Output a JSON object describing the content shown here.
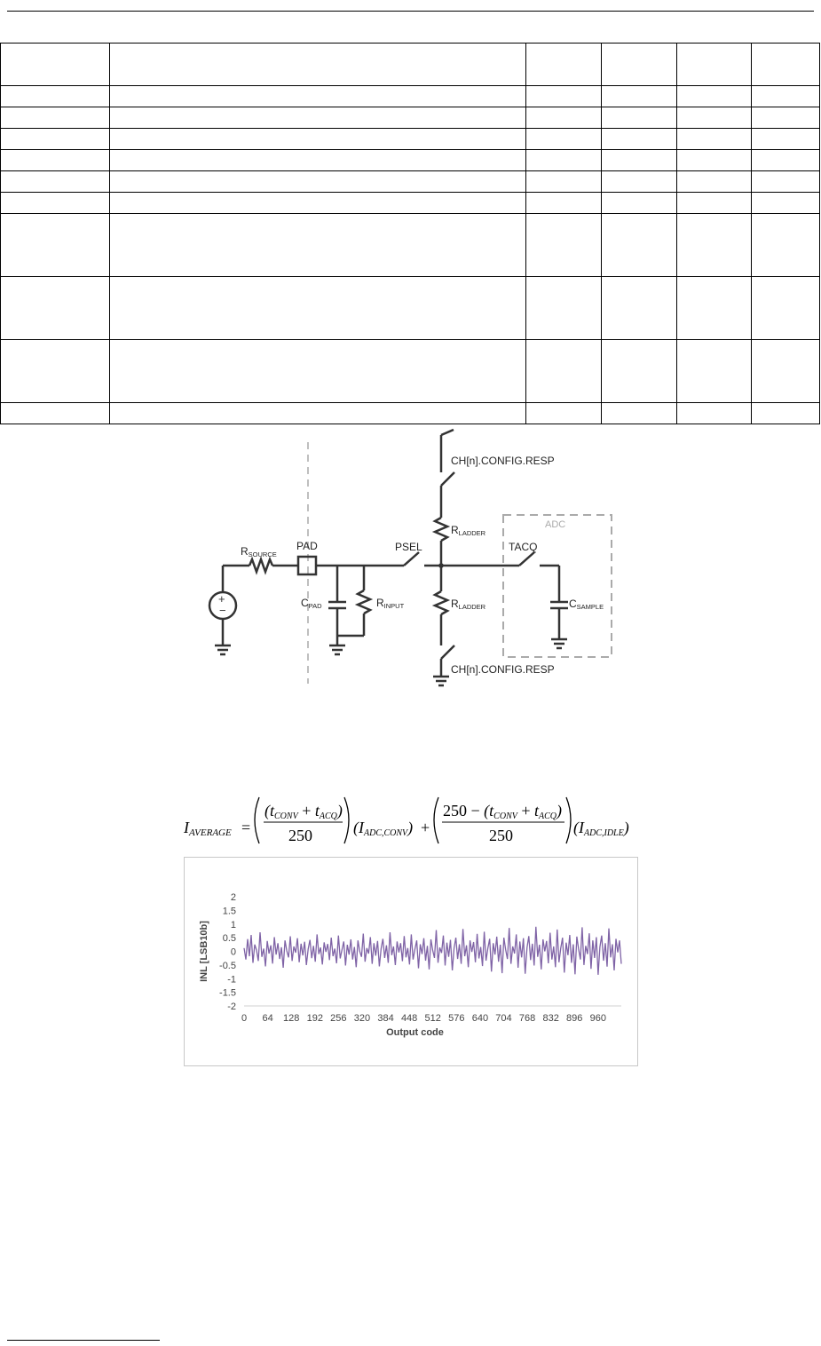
{
  "schematic": {
    "labels": {
      "r_source": "R",
      "r_source_sub": "SOURCE",
      "pad": "PAD",
      "c_pad": "C",
      "c_pad_sub": "PAD",
      "r_input": "R",
      "r_input_sub": "INPUT",
      "psel": "PSEL",
      "r_ladder_top": "R",
      "r_ladder_top_sub": "LADDER",
      "r_ladder_bottom": "R",
      "r_ladder_bottom_sub": "LADDER",
      "resp_top": "CH[n].CONFIG.RESP",
      "resp_bottom": "CH[n].CONFIG.RESP",
      "adc": "ADC",
      "tacq": "TACQ",
      "c_sample": "C",
      "c_sample_sub": "SAMPLE"
    }
  },
  "formula": {
    "lhs": "I",
    "lhs_sub": "AVERAGE",
    "t": "t",
    "conv": "CONV",
    "acq": "ACQ",
    "den1": "250",
    "num2_lead": "250",
    "den2": "250",
    "i": "I",
    "adc_conv": "ADC,CONV",
    "adc_idle": "ADC,IDLE"
  },
  "chart_data": {
    "type": "line",
    "xlabel": "Output code",
    "ylabel": "INL [LSB10b]",
    "ylim": [
      -2,
      2
    ],
    "xlim": [
      0,
      1023
    ],
    "y_ticks": [
      "2",
      "1.5",
      "1",
      "0.5",
      "0",
      "-0.5",
      "-1",
      "-1.5",
      "-2"
    ],
    "x_ticks": [
      "0",
      "64",
      "128",
      "192",
      "256",
      "320",
      "384",
      "448",
      "512",
      "576",
      "640",
      "704",
      "768",
      "832",
      "896",
      "960"
    ],
    "series": [
      {
        "color": "#7f63a6",
        "values": [
          0.12,
          -0.3,
          0.45,
          -0.18,
          0.6,
          -0.42,
          0.25,
          0.05,
          -0.35,
          0.7,
          -0.2,
          0.1,
          -0.55,
          0.38,
          -0.08,
          0.22,
          -0.45,
          0.52,
          -0.12,
          0.3,
          -0.28,
          0.15,
          -0.6,
          0.4,
          0.02,
          -0.22,
          0.55,
          -0.35,
          0.18,
          -0.05,
          0.48,
          -0.4,
          0.28,
          -0.15,
          0.35,
          -0.5,
          0.08,
          0.42,
          -0.25,
          0.2,
          -0.38,
          0.62,
          -0.1,
          0.14,
          -0.48,
          0.33,
          -0.02,
          0.27,
          -0.32,
          0.5,
          -0.18,
          0.1,
          -0.44,
          0.58,
          -0.26,
          0.06,
          0.36,
          -0.52,
          0.24,
          -0.12,
          0.44,
          -0.3,
          0.16,
          -0.58,
          0.4,
          0.0,
          -0.2,
          0.65,
          -0.38,
          0.12,
          -0.08,
          0.52,
          -0.46,
          0.3,
          -0.16,
          0.38,
          -0.55,
          0.1,
          0.46,
          -0.24,
          0.22,
          -0.42,
          0.7,
          -0.14,
          0.18,
          -0.5,
          0.36,
          -0.04,
          0.3,
          -0.36,
          0.56,
          -0.22,
          0.12,
          -0.48,
          0.62,
          -0.3,
          0.08,
          0.4,
          -0.62,
          0.26,
          -0.1,
          0.48,
          -0.34,
          0.2,
          -0.66,
          0.44,
          0.04,
          -0.24,
          0.78,
          -0.42,
          0.14,
          -0.06,
          0.58,
          -0.52,
          0.32,
          -0.2,
          0.42,
          -0.7,
          0.12,
          0.5,
          -0.28,
          0.26,
          -0.46,
          0.82,
          -0.18,
          0.22,
          -0.58,
          0.4,
          -0.02,
          0.34,
          -0.4,
          0.64,
          -0.26,
          0.16,
          -0.54,
          0.72,
          -0.34,
          0.1,
          0.46,
          -0.74,
          0.3,
          -0.12,
          0.54,
          -0.38,
          0.24,
          -0.8,
          0.5,
          0.06,
          -0.28,
          0.86,
          -0.46,
          0.18,
          -0.08,
          0.62,
          -0.6,
          0.36,
          -0.22,
          0.48,
          -0.82,
          0.14,
          0.56,
          -0.32,
          0.28,
          -0.52,
          0.9,
          -0.2,
          0.24,
          -0.66,
          0.44,
          0.0,
          0.38,
          -0.44,
          0.68,
          -0.3,
          0.18,
          -0.58,
          0.8,
          -0.4,
          0.12,
          0.5,
          -0.78,
          0.32,
          -0.14,
          0.6,
          -0.42,
          0.26,
          -0.84,
          0.54,
          0.08,
          -0.3,
          0.88,
          -0.5,
          0.2,
          -0.1,
          0.66,
          -0.64,
          0.4,
          -0.24,
          0.52,
          -0.86,
          0.16,
          0.58,
          -0.34,
          0.3,
          -0.56,
          0.84,
          -0.22,
          0.26,
          -0.7,
          0.46,
          -0.04,
          0.4,
          -0.46
        ]
      }
    ]
  }
}
